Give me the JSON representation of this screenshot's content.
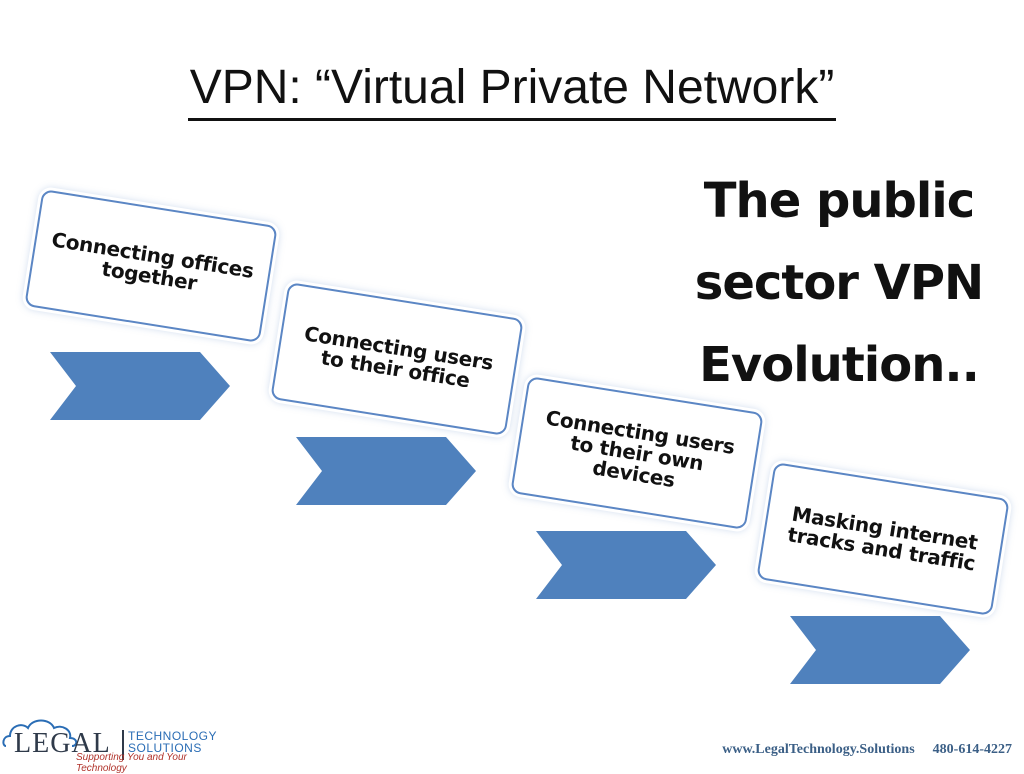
{
  "title": "VPN: “Virtual Private Network”",
  "subtitle": "The public sector VPN Evolution..",
  "colors": {
    "arrow_fill": "#4f81bd",
    "box_border": "#5b86c4",
    "footer_url": "#3b5f86",
    "tagline": "#b0322a",
    "logo_accent": "#2a6db5"
  },
  "steps": [
    {
      "label": "Connecting offices together"
    },
    {
      "label": "Connecting users to their office"
    },
    {
      "label": "Connecting users to their own devices"
    },
    {
      "label": "Masking internet tracks and traffic"
    }
  ],
  "footer": {
    "logo_word": "LEGAL",
    "logo_sub_line1": "TECHNOLOGY",
    "logo_sub_line2": "SOLUTIONS",
    "tagline": "Supporting You and Your Technology",
    "url": "www.LegalTechnology.Solutions",
    "phone": "480-614-4227"
  }
}
